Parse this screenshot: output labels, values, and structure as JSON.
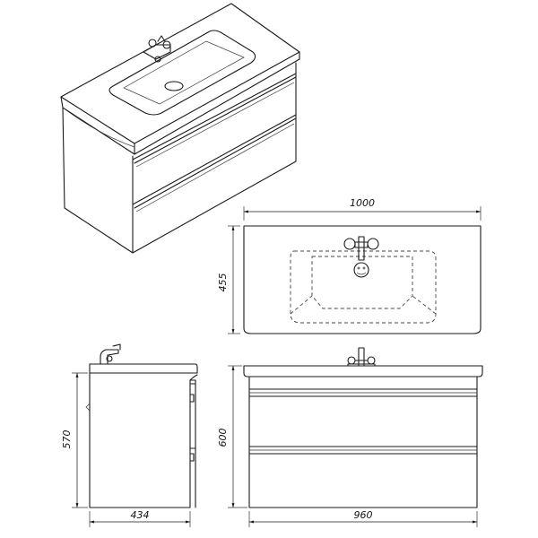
{
  "dimensions": {
    "top_width": "1000",
    "top_depth": "455",
    "side_height": "570",
    "side_depth": "434",
    "front_height": "600",
    "front_width": "960"
  }
}
